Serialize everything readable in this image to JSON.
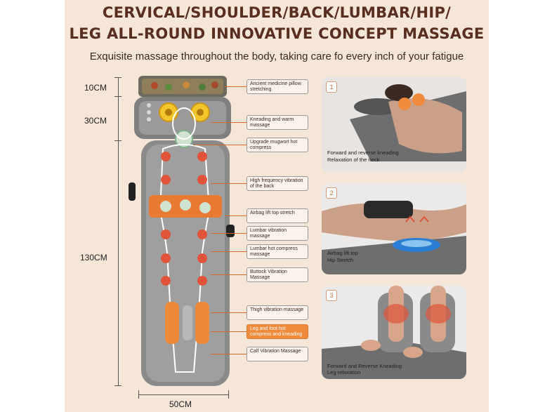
{
  "header": {
    "title_line1": "CERVICAL/SHOULDER/BACK/LUMBAR/HIP/",
    "title_line2": "LEG ALL-ROUND INNOVATIVE CONCEPT MASSAGE",
    "subtitle": "Exquisite massage throughout the body, taking care fo every inch of your fatigue"
  },
  "dimensions": {
    "pillow": "10CM",
    "head": "30CM",
    "body": "130CM",
    "width": "50CM"
  },
  "callouts": [
    {
      "label": "Ancient medicine pillow stretching"
    },
    {
      "label": "Kneading and warm massage"
    },
    {
      "label": "Upgrade mugwort hot compress"
    },
    {
      "label": "High frequency vibration of the back"
    },
    {
      "label": "Airbag lift top stretch"
    },
    {
      "label": "Lumbar vibration massage"
    },
    {
      "label": "Lumbar hot compress massage"
    },
    {
      "label": "Buttock Vibration Massage"
    },
    {
      "label": "Thigh vibration massage"
    },
    {
      "label": "Leg and foot hot compress and kneading"
    },
    {
      "label": "Calf Vibration Massage"
    }
  ],
  "photos": [
    {
      "number": "1",
      "caption_line1": "Forward and reverse kneading",
      "caption_line2": "Relaxation of the neck"
    },
    {
      "number": "2",
      "caption_line1": "Airbag lift top",
      "caption_line2": "Hip Stretch"
    },
    {
      "number": "3",
      "caption_line1": "Forward and Reverse Kneading",
      "caption_line2": "Leg relaxation"
    }
  ],
  "colors": {
    "background": "#f6e6d8",
    "title": "#5a2e1e",
    "mat": "#8a8a8a",
    "accent_orange": "#f08a3c",
    "massage_node": "#e0553a"
  }
}
